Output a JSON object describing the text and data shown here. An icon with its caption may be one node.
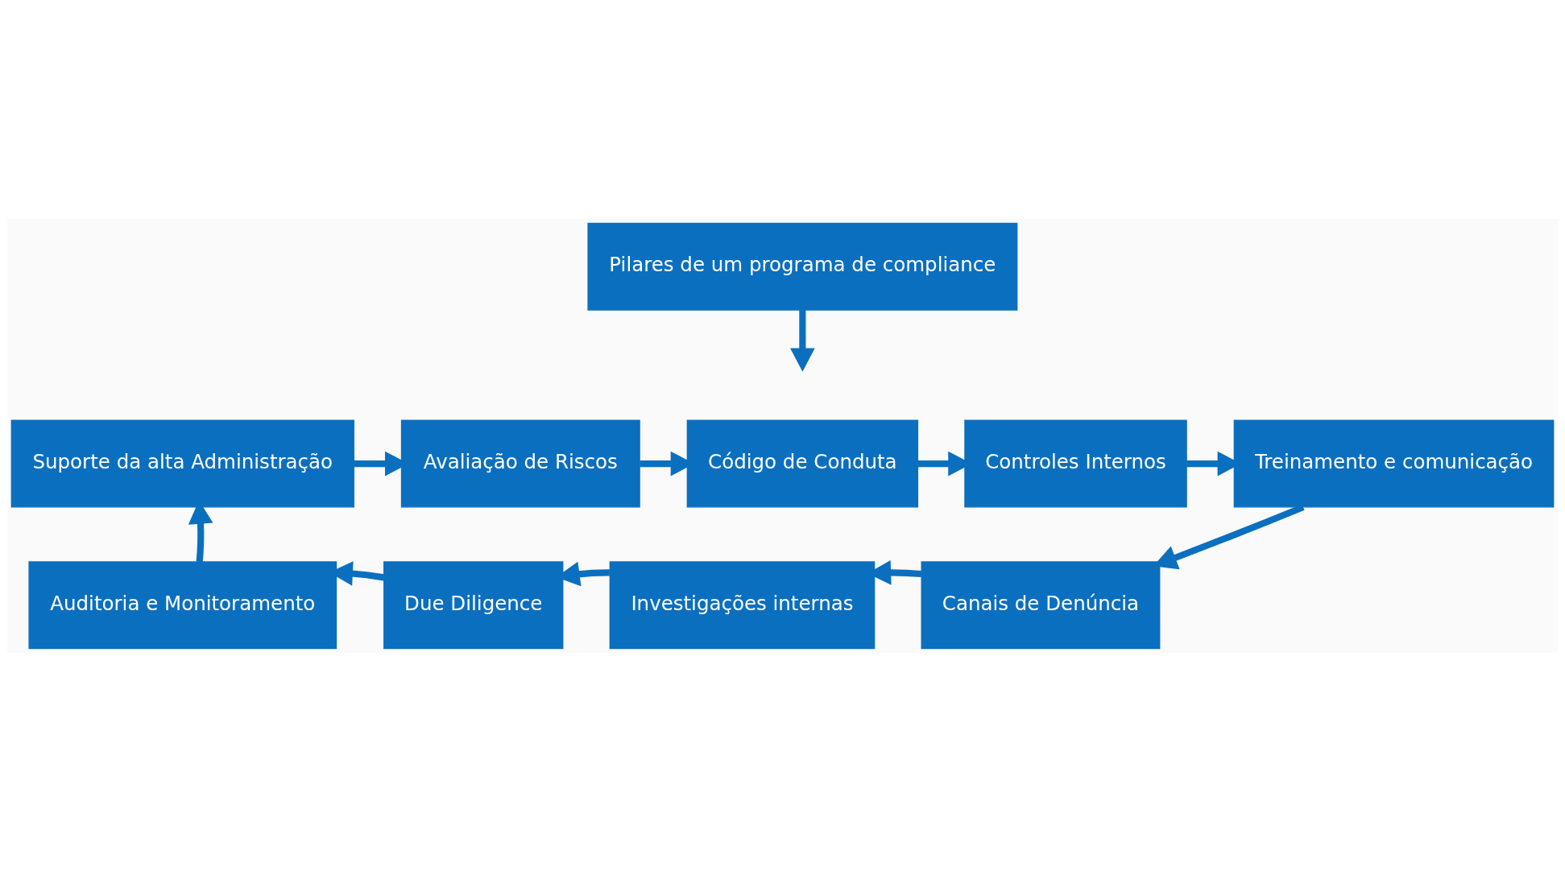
{
  "diagram": {
    "nodes": [
      {
        "text": [
          "Pilares de um programa de compliance"
        ]
      },
      {
        "text": [
          "Suporte da alta Administração"
        ]
      },
      {
        "text": [
          "Avaliação de Riscos"
        ]
      },
      {
        "text": [
          "Código de Conduta"
        ]
      },
      {
        "text": [
          "Controles Internos"
        ]
      },
      {
        "text": [
          "Treinamento e comunicação"
        ]
      },
      {
        "text": [
          "Canais de Denúncia"
        ]
      },
      {
        "text": [
          "Investigações internas"
        ]
      },
      {
        "text": [
          "Due Diligence"
        ]
      },
      {
        "text": [
          "Auditoria e Monitoramento"
        ]
      }
    ],
    "edges": [
      {
        "from": 0,
        "to": null,
        "arrow": "to"
      },
      {
        "from": 1,
        "to": 2,
        "arrow": "to"
      },
      {
        "from": 2,
        "to": 3,
        "arrow": "to"
      },
      {
        "from": 3,
        "to": 4,
        "arrow": "to"
      },
      {
        "from": 4,
        "to": 5,
        "arrow": "to"
      },
      {
        "from": 5,
        "to": 6,
        "arrow": "to"
      },
      {
        "from": 6,
        "to": 7,
        "arrow": "to"
      },
      {
        "from": 7,
        "to": 8,
        "arrow": "to"
      },
      {
        "from": 8,
        "to": 9,
        "arrow": "to"
      },
      {
        "from": 9,
        "to": 1,
        "arrow": "to"
      }
    ]
  }
}
